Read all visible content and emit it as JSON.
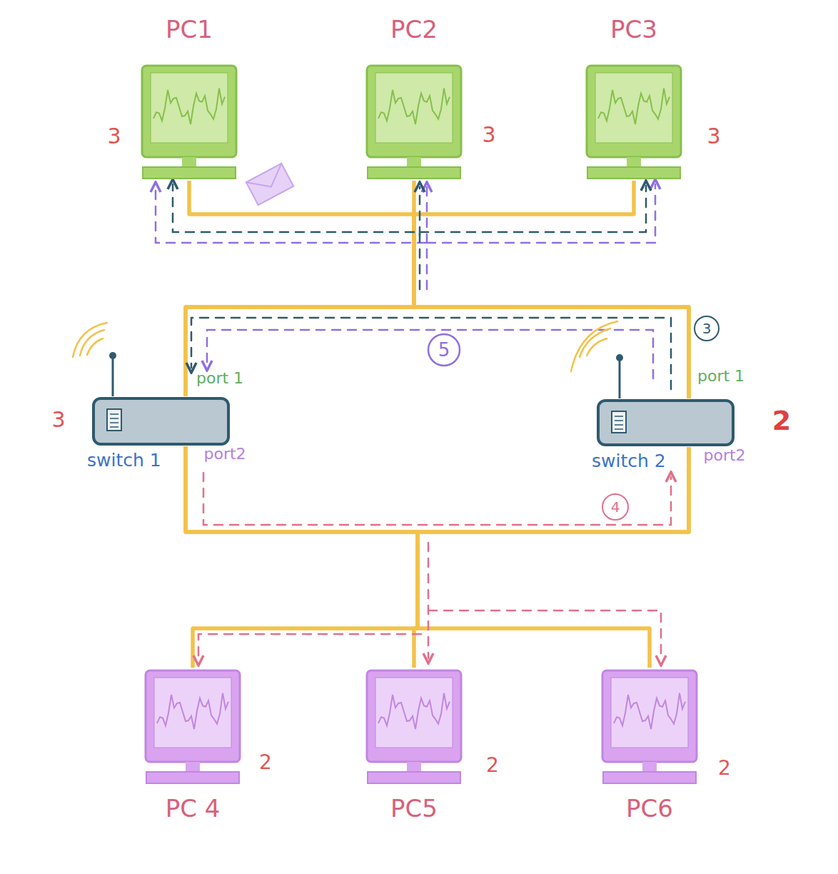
{
  "diagram": {
    "nodes": [
      {
        "text": [
          "PC1"
        ]
      },
      {
        "text": [
          "PC2"
        ]
      },
      {
        "text": [
          "PC3"
        ]
      },
      {
        "text": [
          "switch 1"
        ]
      },
      {
        "text": [
          "switch 2"
        ]
      },
      {
        "text": [
          "PC 4"
        ]
      },
      {
        "text": [
          "PC5"
        ]
      },
      {
        "text": [
          "PC6"
        ]
      }
    ],
    "edges": [
      {
        "from": 3,
        "to": 4,
        "arrow": "none"
      },
      {
        "from": 3,
        "to": 4,
        "arrow": "none"
      },
      {
        "from": 0,
        "to": 3,
        "arrow": "none"
      },
      {
        "from": 1,
        "to": 3,
        "arrow": "none"
      },
      {
        "from": 2,
        "to": 3,
        "arrow": "none"
      },
      {
        "from": 0,
        "to": 4,
        "arrow": "none"
      },
      {
        "from": 1,
        "to": 4,
        "arrow": "none"
      },
      {
        "from": 2,
        "to": 4,
        "arrow": "none"
      },
      {
        "from": 5,
        "to": 3,
        "arrow": "none"
      },
      {
        "from": 6,
        "to": 3,
        "arrow": "none"
      },
      {
        "from": 7,
        "to": 3,
        "arrow": "none"
      },
      {
        "from": 5,
        "to": 4,
        "arrow": "none"
      },
      {
        "from": 6,
        "to": 4,
        "arrow": "none"
      },
      {
        "from": 7,
        "to": 4,
        "arrow": "none"
      }
    ],
    "labels": [
      "3",
      "3",
      "3",
      "3",
      "2",
      "2",
      "2",
      "2",
      "port 1",
      "port2",
      "port 1",
      "port2",
      "5",
      "3",
      "4"
    ]
  }
}
